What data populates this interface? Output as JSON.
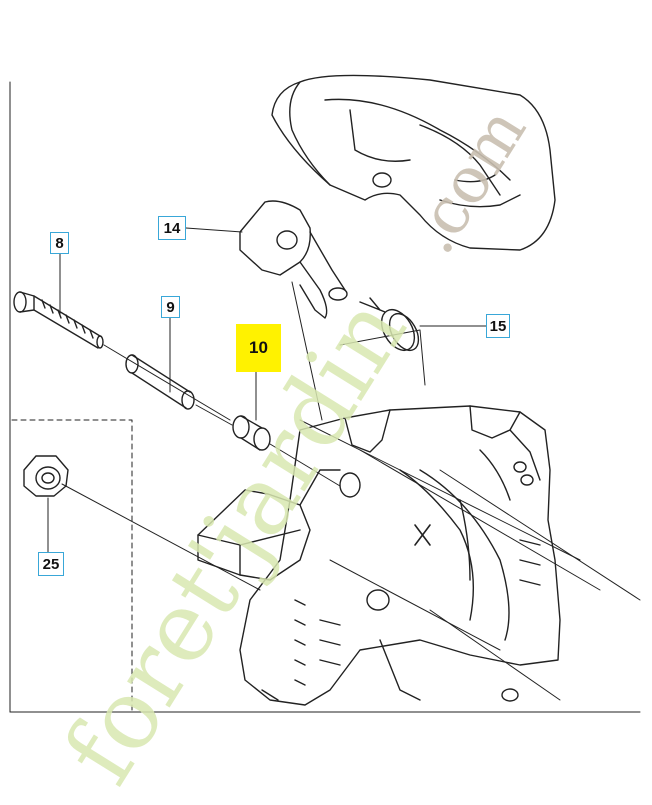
{
  "diagram": {
    "callouts": [
      {
        "id": "8",
        "label": "8",
        "highlighted": false
      },
      {
        "id": "9",
        "label": "9",
        "highlighted": false
      },
      {
        "id": "10",
        "label": "10",
        "highlighted": true
      },
      {
        "id": "14",
        "label": "14",
        "highlighted": false
      },
      {
        "id": "15",
        "label": "15",
        "highlighted": false
      },
      {
        "id": "25",
        "label": "25",
        "highlighted": false
      }
    ],
    "watermark": {
      "main": "foret'jardin",
      "suffix": ".com",
      "colors": {
        "main": "#d8e8b0",
        "suffix": "#c9bfb0"
      }
    },
    "colors": {
      "line": "#222222",
      "callout_border": "#39a7d8",
      "highlight": "#fff200"
    }
  }
}
